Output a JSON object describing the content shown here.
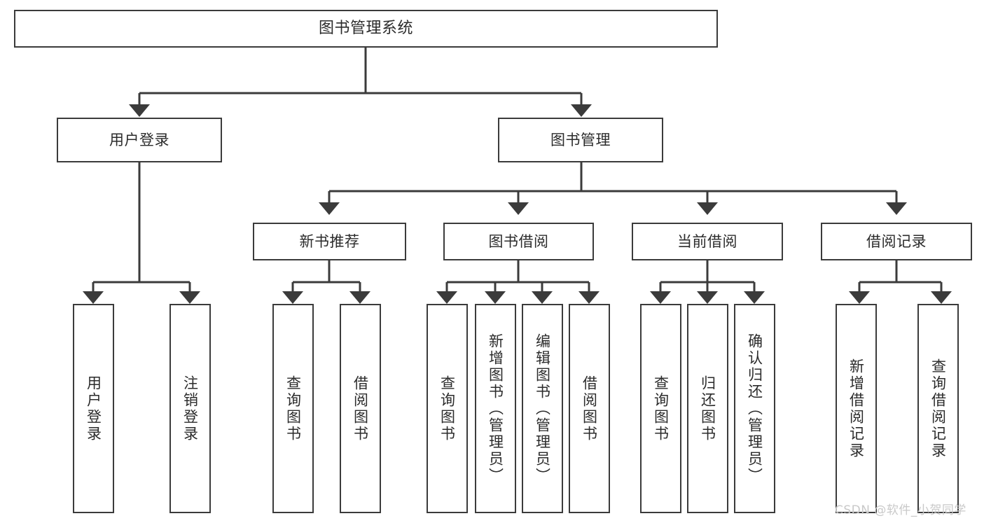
{
  "diagram": {
    "type": "tree",
    "title": "图书管理系统",
    "watermark": "CSDN @软件_小贺同学",
    "colors": {
      "box_border": "#3b3b3b",
      "box_fill": "#ffffff",
      "text": "#2b2b2b",
      "edge": "#3b3b3b",
      "watermark": "#c9c9c9",
      "background": "#ffffff"
    },
    "nodes": {
      "root": {
        "label": "图书管理系统"
      },
      "level2": [
        {
          "label": "用户登录"
        },
        {
          "label": "图书管理"
        }
      ],
      "level3": [
        {
          "label": "新书推荐"
        },
        {
          "label": "图书借阅"
        },
        {
          "label": "当前借阅"
        },
        {
          "label": "借阅记录"
        }
      ],
      "leaves_user_login": [
        {
          "label": "用户登录"
        },
        {
          "label": "注销登录"
        }
      ],
      "leaves_new_book": [
        {
          "label": "查询图书"
        },
        {
          "label": "借阅图书"
        }
      ],
      "leaves_borrow": [
        {
          "label": "查询图书"
        },
        {
          "label": "新增图书（管理员）"
        },
        {
          "label": "编辑图书（管理员）"
        },
        {
          "label": "借阅图书"
        }
      ],
      "leaves_current": [
        {
          "label": "查询图书"
        },
        {
          "label": "归还图书"
        },
        {
          "label": "确认归还（管理员）"
        }
      ],
      "leaves_record": [
        {
          "label": "新增借阅记录"
        },
        {
          "label": "查询借阅记录"
        }
      ]
    }
  }
}
